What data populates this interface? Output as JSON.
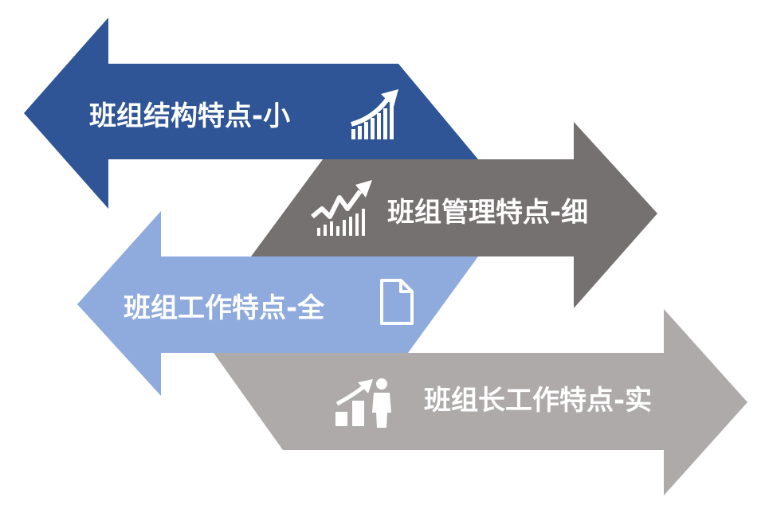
{
  "arrows": [
    {
      "label": "班组结构特点-小",
      "color": "#2F5597",
      "direction": "left",
      "icon": "bar-chart-up-arrow-icon"
    },
    {
      "label": "班组管理特点-细",
      "color": "#767171",
      "direction": "right",
      "icon": "zigzag-growth-chart-icon"
    },
    {
      "label": "班组工作特点-全",
      "color": "#8FAADC",
      "direction": "left",
      "icon": "document-icon"
    },
    {
      "label": "班组长工作特点-实",
      "color": "#AEAAAA",
      "direction": "right",
      "icon": "person-growth-icon"
    }
  ]
}
